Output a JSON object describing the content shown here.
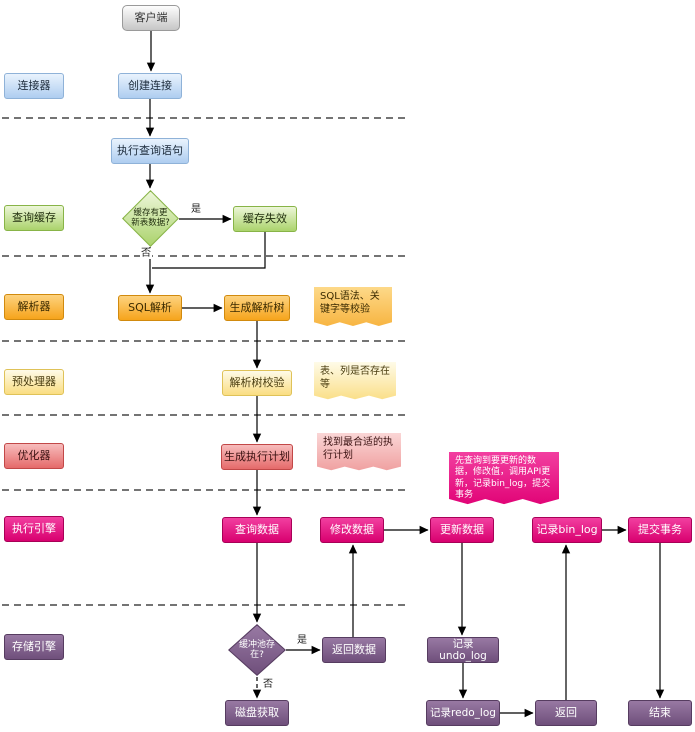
{
  "lanes": [
    {
      "id": "connector",
      "label": "连接器"
    },
    {
      "id": "query-cache",
      "label": "查询缓存"
    },
    {
      "id": "parser",
      "label": "解析器"
    },
    {
      "id": "preprocessor",
      "label": "预处理器"
    },
    {
      "id": "optimizer",
      "label": "优化器"
    },
    {
      "id": "exec-engine",
      "label": "执行引擎"
    },
    {
      "id": "storage-engine",
      "label": "存储引擎"
    }
  ],
  "nodes": {
    "client": "客户端",
    "create_connection": "创建连接",
    "execute_query": "执行查询语句",
    "cache_has_update": "缓存有更新表数据?",
    "cache_invalidate": "缓存失效",
    "sql_parse": "SQL解析",
    "gen_parse_tree": "生成解析树",
    "parse_tree_check": "解析树校验",
    "gen_exec_plan": "生成执行计划",
    "query_data": "查询数据",
    "modify_data": "修改数据",
    "update_data": "更新数据",
    "record_binlog": "记录bin_log",
    "commit_tx": "提交事务",
    "buffer_pool_exists": "缓冲池存在?",
    "return_data": "返回数据",
    "record_undolog": "记录undo_log",
    "disk_fetch": "磁盘获取",
    "record_redolog": "记录redo_log",
    "return_node": "返回",
    "end_node": "结束"
  },
  "notes": {
    "syntax_check": "SQL语法、关键字等校验",
    "table_column_check": "表、列是否存在等",
    "best_plan": "找到最合适的执行计划",
    "update_flow": "先查询到要更新的数据，修改值，调用API更新，记录bin_log，提交事务"
  },
  "edge_labels": {
    "yes_cache": "是",
    "no_cache": "否",
    "yes_buffer": "是",
    "no_buffer": "否"
  },
  "colors": {
    "magenta": "#e5007d",
    "purple": "#7d5c85",
    "orange": "#f6a41c",
    "green": "#abd36c",
    "blue": "#aecdf0",
    "red": "#e56a6a",
    "yellow": "#fadd82",
    "gray": "#c6c6c6"
  }
}
